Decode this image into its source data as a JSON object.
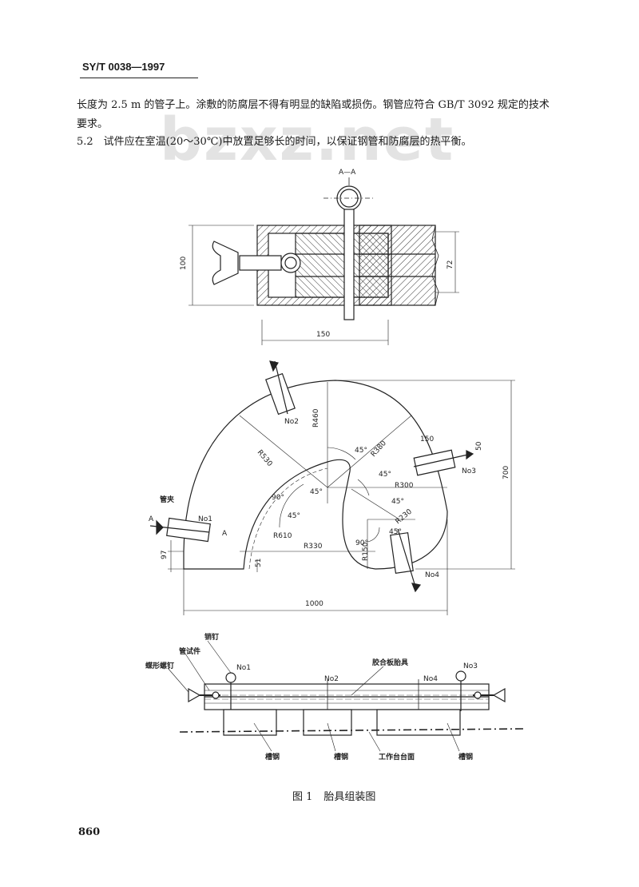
{
  "header": {
    "code": "SY/T 0038—1997"
  },
  "watermark": "bzxz.net",
  "paragraphs": {
    "p1": "长度为 2.5 m 的管子上。涂敷的防腐层不得有明显的缺陷或损伤。钢管应符合 GB/T 3092 规定的技术要求。",
    "p2": "5.2　试件应在室温(20～30℃)中放置足够长的时间，以保证钢管和防腐层的热平衡。"
  },
  "figure": {
    "section_title": "A—A",
    "section_dims": {
      "height": "100",
      "inner": "72",
      "width": "150"
    },
    "plan_dims": {
      "r530": "R530",
      "r460": "R460",
      "r380": "R380",
      "r300": "R300",
      "r230": "R230",
      "r150": "R150",
      "r610": "R610",
      "r330": "R330",
      "a45": "45°",
      "a90": "90°",
      "d150": "150",
      "d50": "50",
      "d700": "700",
      "d1000": "1000",
      "d97": "97",
      "d51": "51",
      "sec_a": "A"
    },
    "clamps": {
      "no1": "No1",
      "no2": "No2",
      "no3": "No3",
      "no4": "No4"
    },
    "labels": {
      "pipe_clamp": "管夹",
      "pin": "销钉",
      "pipe_specimen": "管试件",
      "wing_screw": "蝶形螺钉",
      "plywood_jig": "胶合板胎具",
      "channel_steel": "槽钢",
      "bench_top": "工作台台面"
    }
  },
  "caption": {
    "number": "图 1",
    "title": "胎具组装图"
  },
  "page_number": "860"
}
